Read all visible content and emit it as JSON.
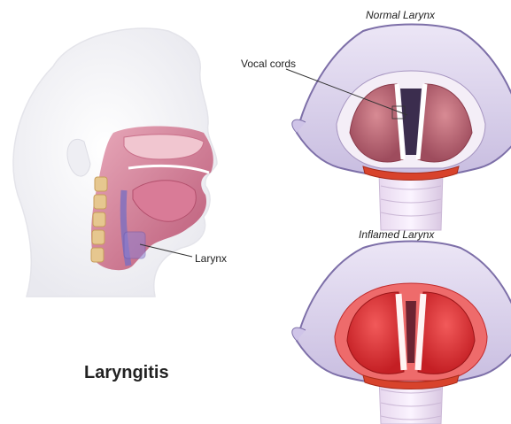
{
  "title": "Laryngitis",
  "panels": {
    "normal": {
      "caption": "Normal Larynx"
    },
    "inflamed": {
      "caption": "Inflamed Larynx"
    }
  },
  "callouts": {
    "vocal_cords": "Vocal cords",
    "larynx": "Larynx"
  }
}
